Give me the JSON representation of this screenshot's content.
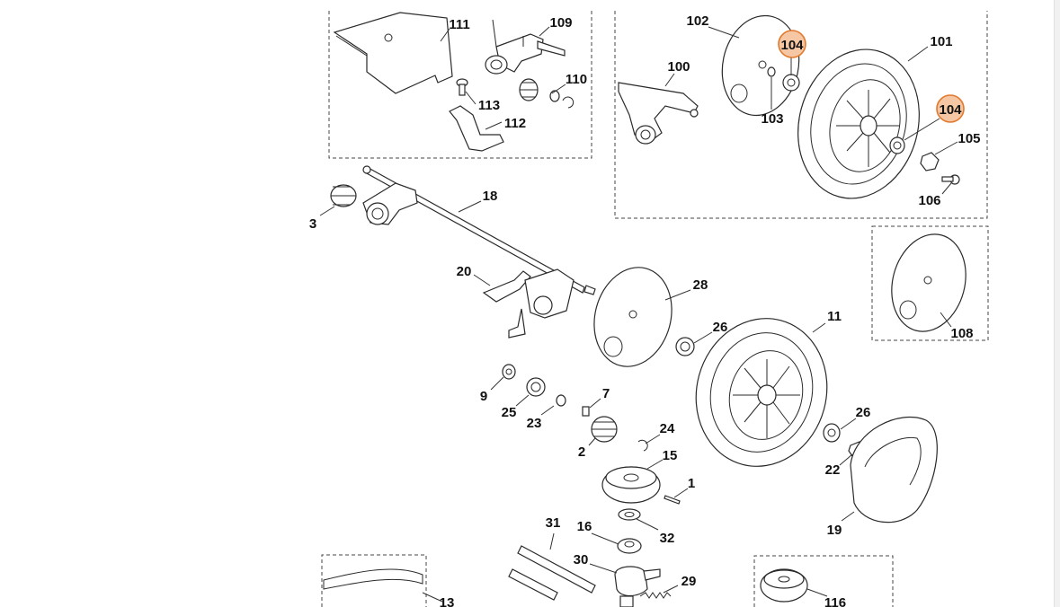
{
  "diagram": {
    "highlight_color": "#e07a2e",
    "labels": {
      "p111": "111",
      "p109": "109",
      "p110": "110",
      "p113": "113",
      "p112": "112",
      "p102": "102",
      "p104a": "104",
      "p101": "101",
      "p100": "100",
      "p103": "103",
      "p104b": "104",
      "p105": "105",
      "p106": "106",
      "p18": "18",
      "p3": "3",
      "p20": "20",
      "p28": "28",
      "p26a": "26",
      "p11": "11",
      "p108": "108",
      "p9": "9",
      "p25": "25",
      "p23": "23",
      "p7": "7",
      "p24": "24",
      "p2": "2",
      "p15": "15",
      "p26b": "26",
      "p22": "22",
      "p1": "1",
      "p19": "19",
      "p31": "31",
      "p16": "16",
      "p32": "32",
      "p30": "30",
      "p29": "29",
      "p13": "13",
      "p116": "116"
    }
  }
}
